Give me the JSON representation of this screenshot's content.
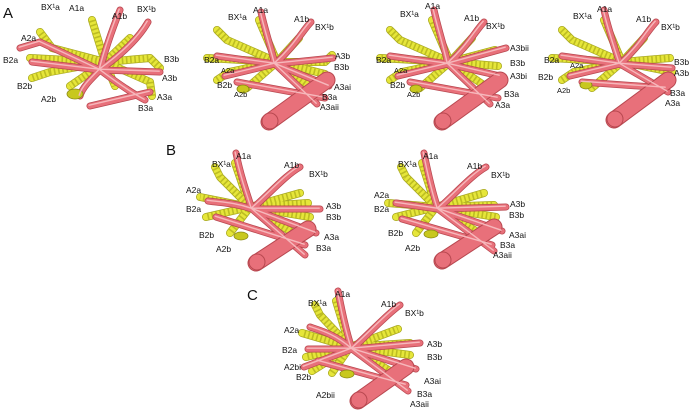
{
  "colors": {
    "artery": "#e8707a",
    "artery_edge": "#b84850",
    "artery_highlight": "#f6b8bc",
    "bronchus": "#e6e63a",
    "bronchus_edge": "#a8a820",
    "bronchus_band": "#bdbd22",
    "text": "#111111"
  },
  "panels": [
    {
      "letter": "A"
    },
    {
      "letter": "B"
    },
    {
      "letter": "C"
    }
  ],
  "diagrams": [
    {
      "id": "a1",
      "labels": [
        "BX¹a",
        "A1a",
        "A1b",
        "BX¹b",
        "A2a",
        "B2a",
        "B2b",
        "A2b",
        "B3b",
        "A3b",
        "B3a",
        "A3a"
      ]
    },
    {
      "id": "a2",
      "labels": [
        "BX¹a",
        "A1a",
        "A1b",
        "BX¹b",
        "B2a",
        "A2a",
        "B2b",
        "A2b",
        "A3b",
        "B3b",
        "A3ai",
        "B3a",
        "A3aii"
      ]
    },
    {
      "id": "a3",
      "labels": [
        "BX¹a",
        "A1a",
        "A1b",
        "BX¹b",
        "B2a",
        "A2a",
        "B2b",
        "A2b",
        "A3bii",
        "B3b",
        "A3bi",
        "B3a",
        "A3a"
      ]
    },
    {
      "id": "a4",
      "labels": [
        "BX¹a",
        "A1a",
        "A1b",
        "BX¹b",
        "B2a",
        "A2a",
        "B2b",
        "A2b",
        "B3b",
        "A3b",
        "B3a",
        "A3a"
      ]
    },
    {
      "id": "b1",
      "labels": [
        "BX¹a",
        "A1a",
        "A1b",
        "BX¹b",
        "A2a",
        "B2a",
        "B2b",
        "A2b",
        "A3b",
        "B3b",
        "A3a",
        "B3a"
      ]
    },
    {
      "id": "b2",
      "labels": [
        "BX¹a",
        "A1a",
        "A1b",
        "BX¹b",
        "A2a",
        "B2a",
        "B2b",
        "A2b",
        "A3b",
        "B3b",
        "A3ai",
        "B3a",
        "A3aii"
      ]
    },
    {
      "id": "c1",
      "labels": [
        "BX¹a",
        "A1a",
        "A1b",
        "BX¹b",
        "A2a",
        "B2a",
        "A2bi",
        "B2b",
        "A2bii",
        "A3b",
        "B3b",
        "A3ai",
        "B3a",
        "A3aii"
      ]
    }
  ]
}
